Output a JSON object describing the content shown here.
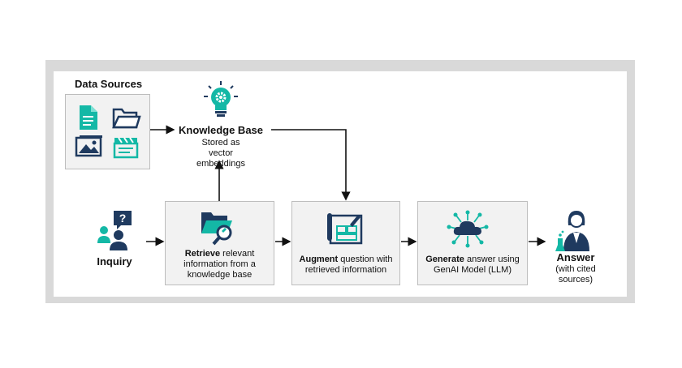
{
  "data_sources": {
    "title": "Data Sources"
  },
  "knowledge_base": {
    "title": "Knowledge Base",
    "subtitle": "Stored as vector embeddings"
  },
  "inquiry": {
    "label": "Inquiry"
  },
  "retrieve": {
    "verb": "Retrieve",
    "text": " relevant information from a knowledge base"
  },
  "augment": {
    "verb": "Augment",
    "text": " question with retrieved information"
  },
  "generate": {
    "verb": "Generate",
    "text": " answer using GenAI Model (LLM)"
  },
  "answer": {
    "label": "Answer",
    "sub": "(with cited sources)"
  },
  "colors": {
    "teal": "#14b8a6",
    "navy": "#1f3a5f",
    "frame": "#d9d9d9",
    "box": "#f2f2f2"
  }
}
